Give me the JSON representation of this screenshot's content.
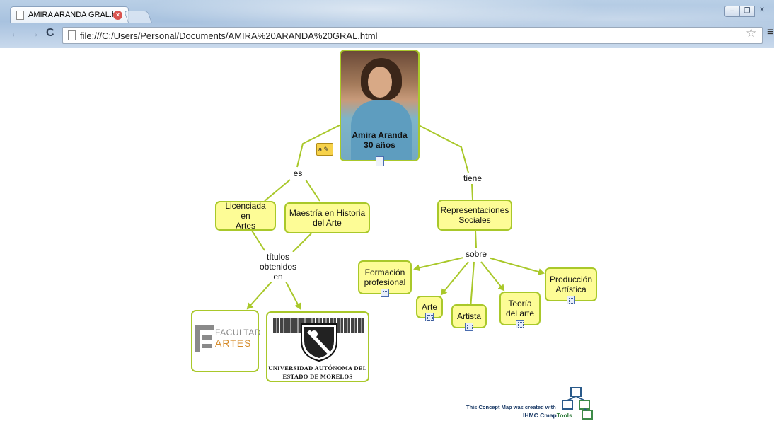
{
  "browser": {
    "tab_title": "AMIRA ARANDA GRAL.ht",
    "url": "file:///C:/Users/Personal/Documents/AMIRA%20ARANDA%20GRAL.html",
    "icons": [
      "page-icon",
      "close-icon",
      "back-icon",
      "forward-icon",
      "reload-icon",
      "star-icon",
      "menu-icon"
    ]
  },
  "concept_map": {
    "root": {
      "line1": "Amira Aranda",
      "line2": "30 años"
    },
    "link_labels": {
      "es": "es",
      "tiene": "tiene",
      "sobre": "sobre",
      "titulos_l1": "títulos",
      "titulos_l2": "obtenidos",
      "titulos_l3": "en"
    },
    "concepts": {
      "licenciada_l1": "Licenciada en",
      "licenciada_l2": "Artes",
      "maestria_l1": "Maestría en Historia",
      "maestria_l2": "del Arte",
      "representaciones_l1": "Representaciones",
      "representaciones_l2": "Sociales",
      "formacion_l1": "Formación",
      "formacion_l2": "profesional",
      "arte": "Arte",
      "artista": "Artista",
      "teoria_l1": "Teoría",
      "teoria_l2": "del arte",
      "produccion_l1": "Producción",
      "produccion_l2": "Artística"
    },
    "logos": {
      "facultad_l1": "FACULTAD",
      "facultad_l2": "ARTES",
      "uaem_l1": "UNIVERSIDAD AUTÓNOMA DEL",
      "uaem_l2": "ESTADO DE MORELOS"
    },
    "credit": {
      "line1": "This Concept Map was created with",
      "line2a": "IHMC Cmap",
      "line2b": "Tools"
    },
    "colors": {
      "node_fill": "#fdfc96",
      "node_border": "#a9c82a",
      "link": "#a9c82a"
    }
  }
}
